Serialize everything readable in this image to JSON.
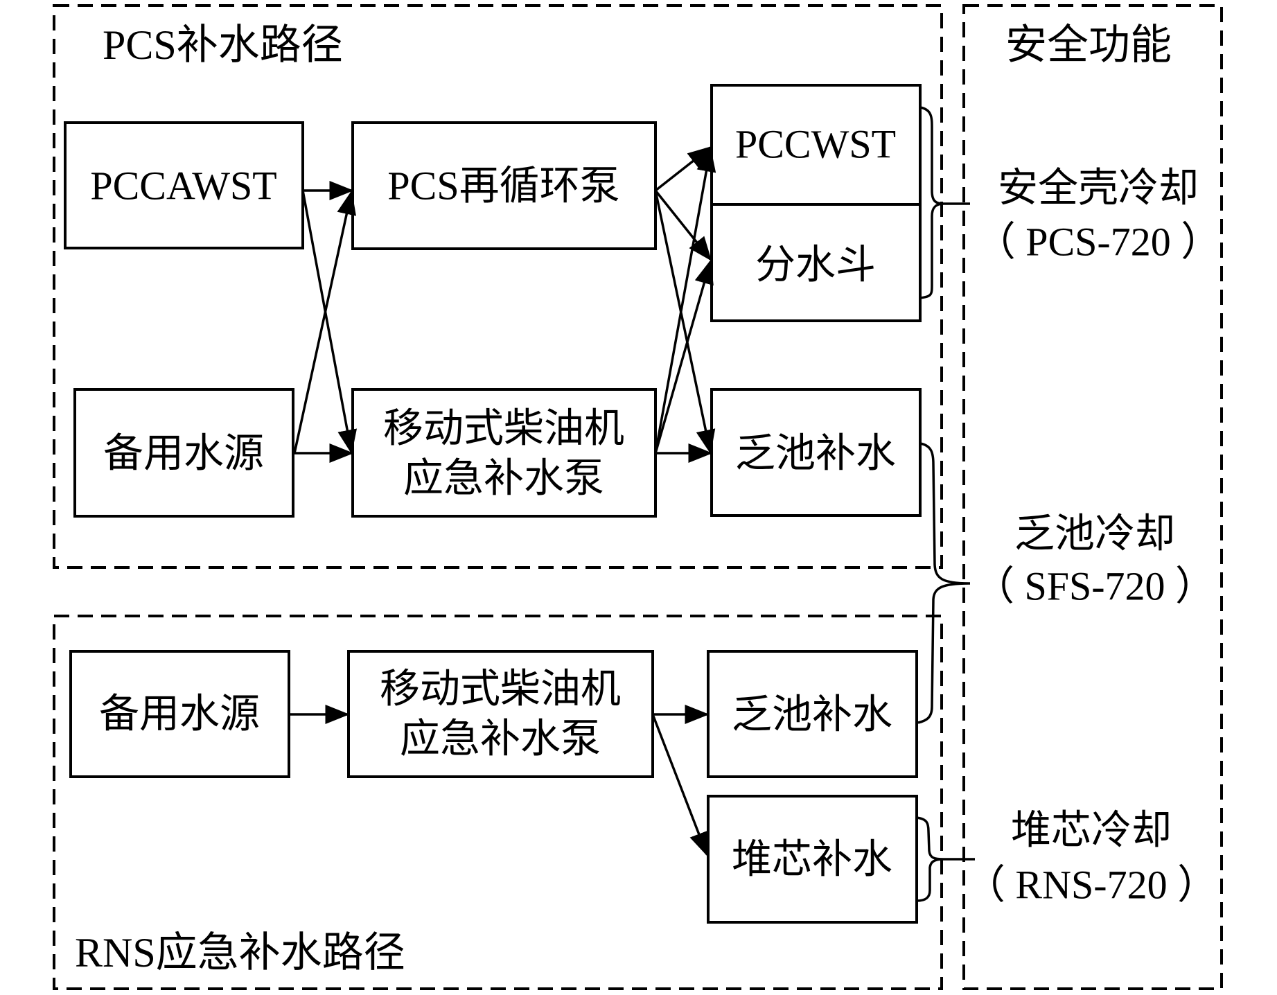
{
  "regions": {
    "pcs_path": {
      "title": "PCS补水路径"
    },
    "rns_path": {
      "title": "RNS应急补水路径"
    },
    "safety_functions": {
      "title": "安全功能"
    }
  },
  "nodes": {
    "pccawst": "PCCAWST",
    "backup_water_upper": "备用水源",
    "pcs_recirc_pump": "PCS再循环泵",
    "diesel_pump_upper": [
      "移动式柴油机",
      "应急补水泵"
    ],
    "pccwst": "PCCWST",
    "water_distribution_bucket": "分水斗",
    "spent_pool_makeup_upper": "乏池补水",
    "backup_water_lower": "备用水源",
    "diesel_pump_lower": [
      "移动式柴油机",
      "应急补水泵"
    ],
    "spent_pool_makeup_lower": "乏池补水",
    "core_makeup": "堆芯补水"
  },
  "safety_functions": [
    {
      "name": "安全壳冷却",
      "code": "（ PCS-720 ）"
    },
    {
      "name": "乏池冷却",
      "code": "（ SFS-720 ）"
    },
    {
      "name": "堆芯冷却",
      "code": "（ RNS-720 ）"
    }
  ],
  "edges": [
    {
      "from": "pccawst",
      "to": "pcs_recirc_pump"
    },
    {
      "from": "pccawst",
      "to": "diesel_pump_upper"
    },
    {
      "from": "backup_water_upper",
      "to": "pcs_recirc_pump"
    },
    {
      "from": "backup_water_upper",
      "to": "diesel_pump_upper"
    },
    {
      "from": "pcs_recirc_pump",
      "to": "pccwst"
    },
    {
      "from": "pcs_recirc_pump",
      "to": "water_distribution_bucket"
    },
    {
      "from": "pcs_recirc_pump",
      "to": "spent_pool_makeup_upper"
    },
    {
      "from": "diesel_pump_upper",
      "to": "pccwst"
    },
    {
      "from": "diesel_pump_upper",
      "to": "water_distribution_bucket"
    },
    {
      "from": "diesel_pump_upper",
      "to": "spent_pool_makeup_upper"
    },
    {
      "from": "backup_water_lower",
      "to": "diesel_pump_lower"
    },
    {
      "from": "diesel_pump_lower",
      "to": "spent_pool_makeup_lower"
    },
    {
      "from": "diesel_pump_lower",
      "to": "core_makeup"
    }
  ],
  "groupings": [
    {
      "members": [
        "pccwst",
        "water_distribution_bucket"
      ],
      "function": "安全壳冷却"
    },
    {
      "members": [
        "spent_pool_makeup_upper",
        "spent_pool_makeup_lower"
      ],
      "function": "乏池冷却"
    },
    {
      "members": [
        "core_makeup"
      ],
      "function": "堆芯冷却"
    }
  ]
}
